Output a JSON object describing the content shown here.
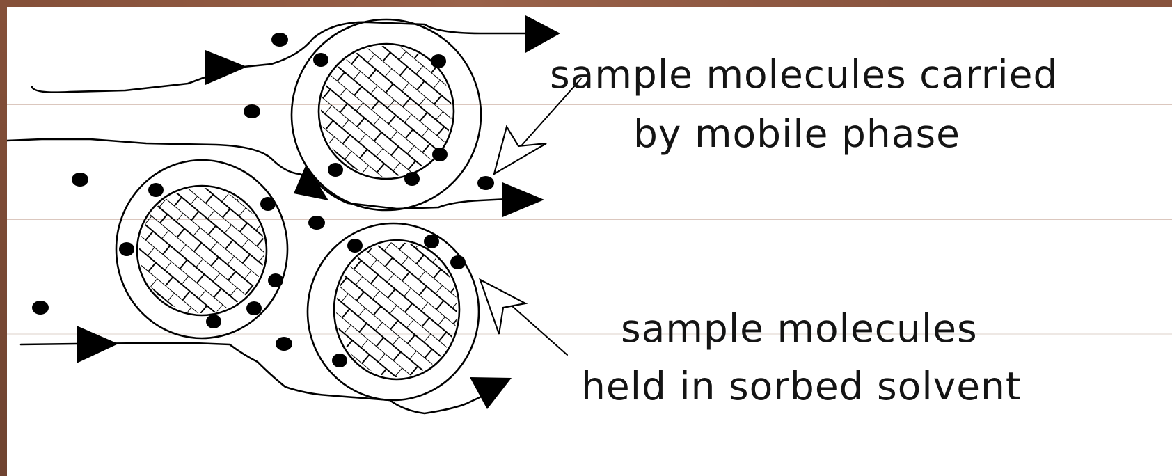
{
  "labels": {
    "mobile_line1": "sample molecules carried",
    "mobile_line2": "by mobile phase",
    "sorbed_line1": "sample molecules",
    "sorbed_line2": "held in sorbed solvent"
  },
  "colors": {
    "frame": "#7a4a34",
    "panel": "#ffffff",
    "ink": "#000000"
  }
}
